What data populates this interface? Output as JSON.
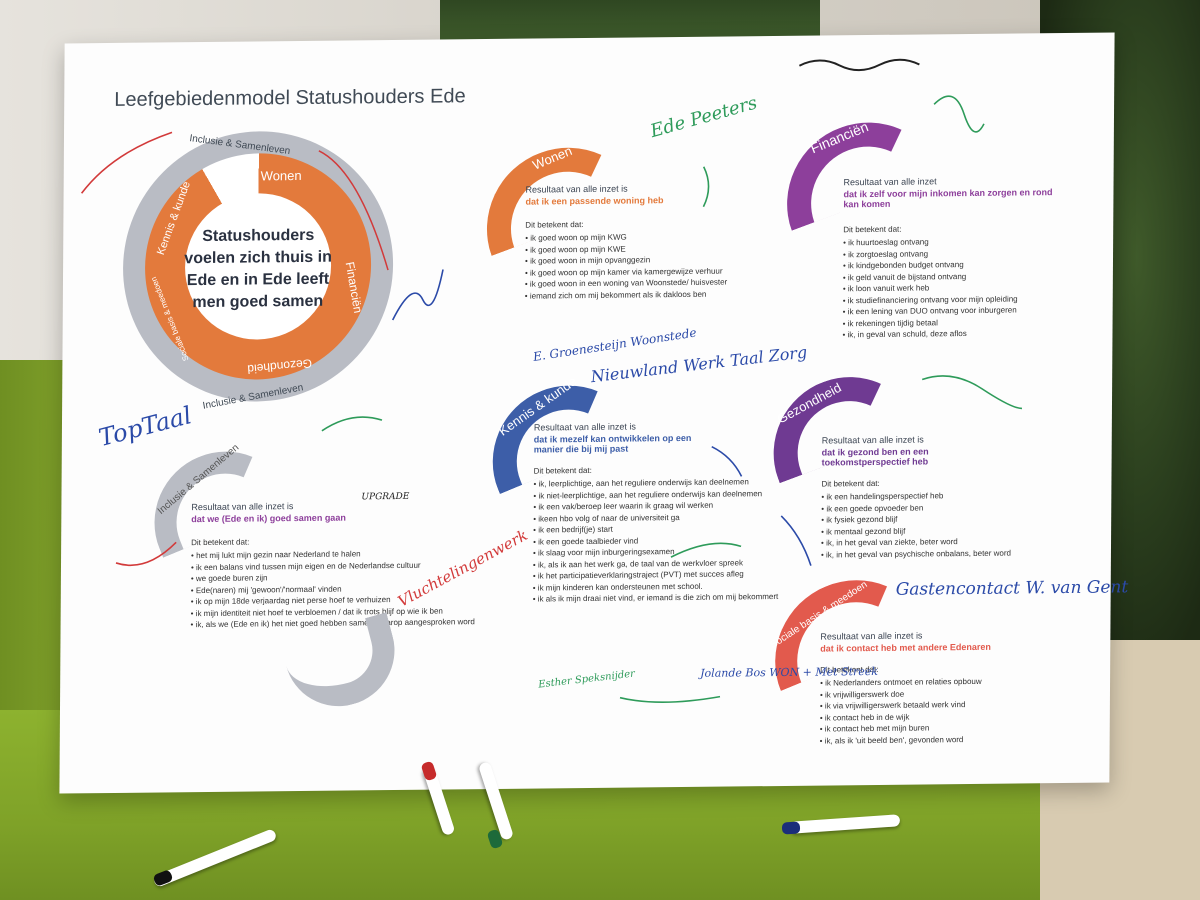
{
  "board": {
    "title": "Leefgebiedenmodel Statushouders Ede",
    "wheel": {
      "outer_top": "Inclusie & Samenleven",
      "outer_bottom": "Inclusie & Samenleven",
      "segments": [
        "Wonen",
        "Financiën",
        "Gezondheid",
        "Sociale basis & meedoen",
        "Kennis & kunde"
      ],
      "center": "Statushouders voelen zich thuis in Ede en in Ede leeft men goed samen"
    },
    "wonen": {
      "tag": "Wonen",
      "heading": "Resultaat van alle inzet is",
      "result": "dat ik een passende woning heb",
      "intro": "Dit betekent dat:",
      "items": [
        "ik goed woon op mijn KWG",
        "ik goed woon op mijn KWE",
        "ik goed woon in mijn opvanggezin",
        "ik goed woon op mijn kamer via kamergewijze verhuur",
        "ik goed woon in een woning van Woonstede/ huisvester",
        "iemand zich om mij bekommert als ik dakloos ben"
      ]
    },
    "financien": {
      "tag": "Financiën",
      "heading": "Resultaat van alle inzet",
      "result": "dat ik zelf voor mijn inkomen kan zorgen en rond kan komen",
      "intro": "Dit betekent dat:",
      "items": [
        "ik huurtoeslag ontvang",
        "ik zorgtoeslag ontvang",
        "ik kindgebonden budget ontvang",
        "ik geld vanuit de bijstand ontvang",
        "ik loon vanuit werk heb",
        "ik studiefinanciering ontvang voor mijn opleiding",
        "ik een lening van DUO ontvang voor inburgeren",
        "ik rekeningen tijdig betaal",
        "ik, in geval van schuld, deze aflos"
      ]
    },
    "kennis": {
      "tag": "Kennis & kunde",
      "heading": "Resultaat van alle inzet is",
      "result": "dat ik mezelf kan ontwikkelen op een manier die bij mij past",
      "intro": "Dit betekent dat:",
      "items": [
        "ik, leerplichtige, aan het reguliere onderwijs kan deelnemen",
        "ik niet-leerplichtige, aan het reguliere onderwijs kan deelnemen",
        "ik een vak/beroep leer waarin ik graag wil werken",
        "ikeen hbo volg of naar de universiteit ga",
        "ik een bedrijf(je) start",
        "ik een goede taalbieder vind",
        "ik slaag voor mijn inburgeringsexamen",
        "ik, als ik aan het werk ga, de taal van de werkvloer spreek",
        "ik het participatieverklaringstraject (PVT) met succes afleg",
        "ik mijn kinderen kan ondersteunen met school.",
        "ik als ik mijn draai niet vind, er iemand is die zich om mij bekommert"
      ]
    },
    "gezondheid": {
      "tag": "Gezondheid",
      "heading": "Resultaat van alle inzet is",
      "result": "dat ik gezond ben en een toekomstperspectief heb",
      "intro": "Dit betekent dat:",
      "items": [
        "ik een handelingsperspectief heb",
        "ik een goede opvoeder ben",
        "ik fysiek gezond blijf",
        "ik mentaal gezond blijf",
        "ik, in het geval van ziekte, beter word",
        "ik, in het geval van psychische onbalans, beter word"
      ]
    },
    "inclusie": {
      "tag": "Inclusie & Samenleven",
      "heading": "Resultaat van alle inzet is",
      "result": "dat we (Ede en ik) goed samen gaan",
      "intro": "Dit betekent dat:",
      "items": [
        "het mij lukt mijn gezin naar Nederland te halen",
        "ik een balans vind tussen mijn eigen en de Nederlandse cultuur",
        "we goede buren zijn",
        "Ede(naren) mij 'gewoon'/'normaal' vinden",
        "ik op mijn 18de verjaardag niet perse hoef te verhuizen",
        "ik mijn identiteit niet hoef te verbloemen / dat ik trots blijf op wie ik ben",
        "ik, als we (Ede en ik) het niet goed hebben samen, daarop aangesproken word"
      ]
    },
    "sociale": {
      "tag": "Sociale basis & meedoen",
      "heading": "Resultaat van alle inzet is",
      "result": "dat ik contact heb met andere Edenaren",
      "intro": "Dit betekent dat:",
      "items": [
        "ik Nederlanders ontmoet en relaties opbouw",
        "ik vrijwilligerswerk doe",
        "ik via vrijwilligerswerk betaald werk vind",
        "ik contact heb in de wijk",
        "ik contact heb met mijn buren",
        "ik, als ik 'uit beeld ben', gevonden word"
      ]
    }
  },
  "signatures": [
    "Ede Peeters",
    "Gastencontact W. van Gent",
    "TopTaal",
    "Nieuwland Werk Taal Zorg",
    "Esther Speksnijder",
    "Jolande Bos WON + Met Streek",
    "UPGRADE",
    "E. Groenesteijn Woonstede",
    "Vluchtelingenwerk"
  ],
  "colors": {
    "wonen": "#e37a3c",
    "financien": "#8d3f9b",
    "gezondheid": "#6f3a92",
    "sociale": "#e25a4d",
    "kennis": "#3d5ea8",
    "inclusie": "#b9bcc4",
    "result": "#8d3f9b"
  }
}
